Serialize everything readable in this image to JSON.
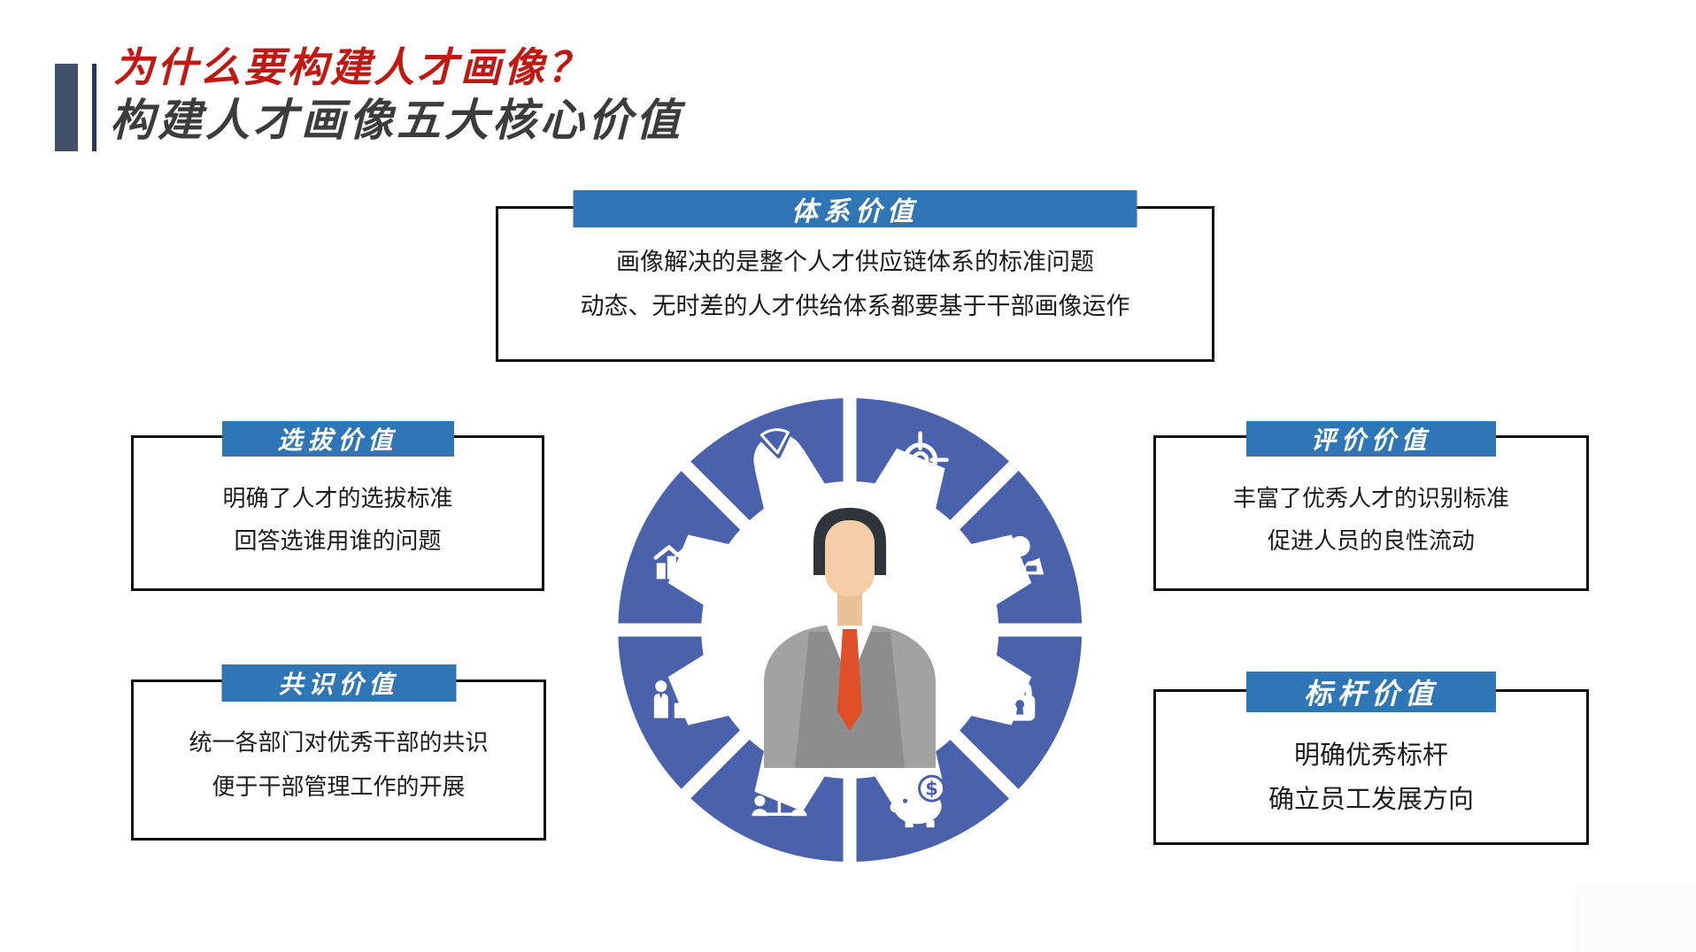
{
  "slide": {
    "title": "为什么要构建人才画像？",
    "subtitle": "构建人才画像五大核心价值"
  },
  "colors": {
    "title_red": "#c01812",
    "subtitle_gray": "#3c3c3c",
    "banner_blue": "#2e76b5",
    "ring_blue": "#4a62ab",
    "accent_navy": "#42506a",
    "tie_orange": "#df4f28"
  },
  "boxes": [
    {
      "id": "system",
      "label": "体系价值",
      "lines": [
        "画像解决的是整个人才供应链体系的标准问题",
        "动态、无时差的人才供给体系都要基于干部画像运作"
      ]
    },
    {
      "id": "selection",
      "label": "选拔价值",
      "lines": [
        "明确了人才的选拔标准",
        "回答选谁用谁的问题"
      ]
    },
    {
      "id": "consensus",
      "label": "共识价值",
      "lines": [
        "统一各部门对优秀干部的共识",
        "便于干部管理工作的开展"
      ]
    },
    {
      "id": "evaluation",
      "label": "评价价值",
      "lines": [
        "丰富了优秀人才的识别标准",
        "促进人员的良性流动"
      ]
    },
    {
      "id": "benchmark",
      "label": "标杆价值",
      "lines": [
        "明确优秀标杆",
        "确立员工发展方向"
      ]
    }
  ],
  "diagram": {
    "center_figure": "businessman",
    "coin_symbol": "$",
    "icons": [
      "pie-chart-icon",
      "target-icon",
      "manager-icon",
      "lock-icon",
      "piggy-bank-icon",
      "org-chart-icon",
      "career-growth-icon",
      "bar-chart-icon"
    ]
  }
}
